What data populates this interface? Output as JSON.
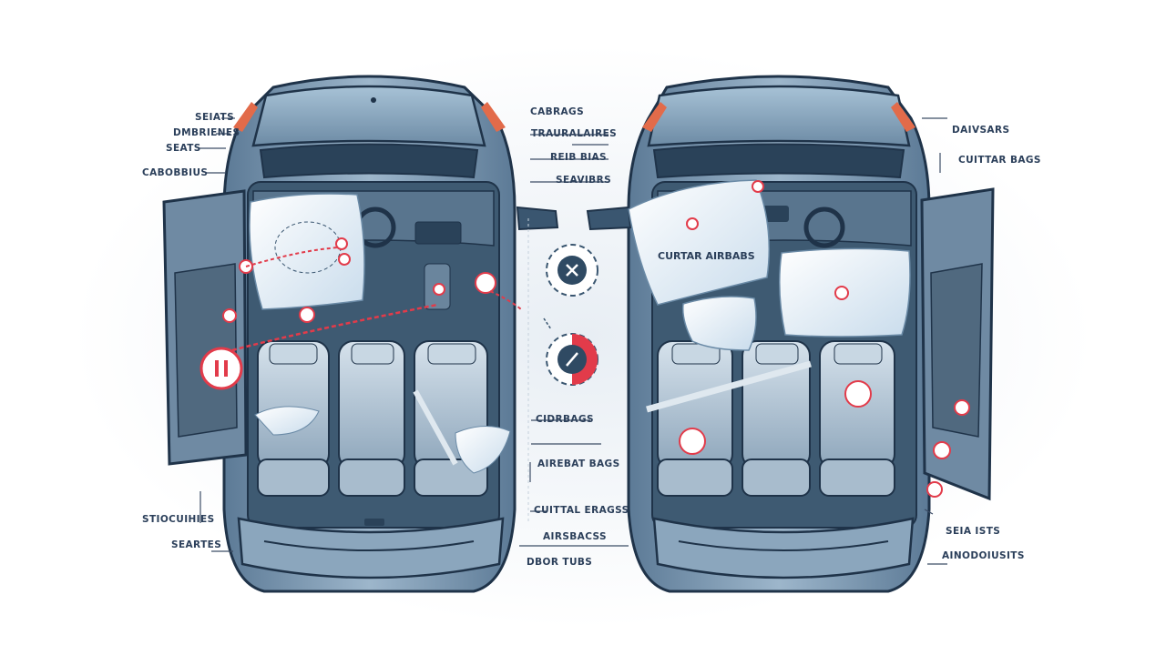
{
  "colors": {
    "body": "#6f8aa3",
    "body_dark": "#2f4a63",
    "roof": "#8fb0c7",
    "seat": "#b9cad9",
    "interior": "#3e5a72",
    "airbag": "#eef5fb",
    "accent_red": "#e23b4a",
    "label_text": "#2b3f5a"
  },
  "left_car": {
    "labels_left": [
      "SEIATS",
      "DMBRIENES",
      "SEATS",
      "CABOBBIUS"
    ],
    "labels_bottom_left": [
      "STIOCUIHIES",
      "SEARTES"
    ],
    "labels_right": [
      "CABRAGS",
      "TRAURALAIRES",
      "REIB BIAS",
      "SEAVIBRS"
    ],
    "labels_lower_right": [
      "CIDRBAGS",
      "AIREBAT BAGS",
      "CUITTAL ERAGSS",
      "AIRSBACSS",
      "DBOR TUBS"
    ]
  },
  "right_car": {
    "labels_right": [
      "DAIVSARS",
      "CUITTAR BAGS"
    ],
    "labels_bottom_right": [
      "SEIA ISTS",
      "AINODOIUSITS"
    ],
    "airbag_text": "CURTAR AIRBABS"
  },
  "center_icons": [
    "close-dial-icon",
    "slash-dial-icon"
  ]
}
